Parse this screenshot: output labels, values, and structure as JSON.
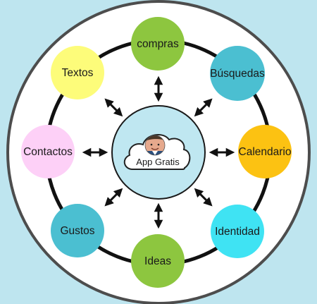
{
  "diagram": {
    "center": {
      "label": "App Gratis",
      "icon": "cloud-avatar-icon"
    },
    "nodes": [
      {
        "id": "compras",
        "label": "compras",
        "color": "#8dc63f"
      },
      {
        "id": "busquedas",
        "label": "Búsquedas",
        "color": "#4bbfd1"
      },
      {
        "id": "calendario",
        "label": "Calendario",
        "color": "#fcc212"
      },
      {
        "id": "identidad",
        "label": "Identidad",
        "color": "#3fe3f3"
      },
      {
        "id": "ideas",
        "label": "Ideas",
        "color": "#8dc63f"
      },
      {
        "id": "gustos",
        "label": "Gustos",
        "color": "#4bbfd1"
      },
      {
        "id": "contactos",
        "label": "Contactos",
        "color": "#fdd0f7"
      },
      {
        "id": "textos",
        "label": "Textos",
        "color": "#fdfc7a"
      }
    ],
    "colors": {
      "background": "#bee5ef",
      "outer_disc": "#ffffff",
      "ring": "#111111",
      "hub_fill": "#bfe7f1",
      "arrows": "#111111"
    }
  }
}
